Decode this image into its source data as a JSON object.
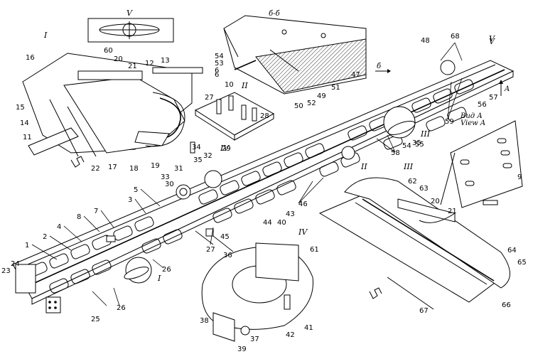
{
  "section_titles": {
    "detail_V_top": "V",
    "section_bb": "б-б",
    "detail_I": "I",
    "detail_II": "II",
    "detail_III": "III",
    "detail_IV": "IV",
    "detail_V_right": "V"
  },
  "view_label": {
    "ru": "Вид А",
    "en": "View A"
  },
  "markers": {
    "arrow_b": "б",
    "arrow_A": "A"
  },
  "callouts": {
    "n1": "1",
    "n2": "2",
    "n3": "3",
    "n4": "4",
    "n5": "5",
    "n6": "6",
    "n7": "7",
    "n8": "8",
    "n9": "9",
    "n10": "10",
    "n11": "11",
    "n12": "12",
    "n13": "13",
    "n14": "14",
    "n15": "15",
    "n16": "16",
    "n17": "17",
    "n18": "18",
    "n19": "19",
    "n20": "20",
    "n20b": "20",
    "n21": "21",
    "n21b": "21",
    "n22": "22",
    "n23": "23",
    "n24": "24",
    "n25": "25",
    "n26": "26",
    "n26b": "26",
    "n27": "27",
    "n27b": "27",
    "n28": "28",
    "n29": "29",
    "n30": "30",
    "n31": "31",
    "n32": "32",
    "n33": "33",
    "n34": "34",
    "n35": "35",
    "n35b": "35",
    "n36": "36",
    "n37": "37",
    "n38": "38",
    "n39": "39",
    "n40": "40",
    "n41": "41",
    "n42": "42",
    "n43": "43",
    "n44": "44",
    "n45": "45",
    "n46": "46",
    "n47": "47",
    "n48": "48",
    "n49": "49",
    "n50": "50",
    "n51": "51",
    "n52": "52",
    "n53": "53",
    "n54": "54",
    "n54b": "54",
    "n55": "55",
    "n56": "56",
    "n57": "57",
    "n58": "58",
    "n59": "59",
    "n60": "60",
    "n61": "61",
    "n62": "62",
    "n63": "63",
    "n64": "64",
    "n65": "65",
    "n66": "66",
    "n67": "67",
    "n68": "68",
    "n6b": "6"
  },
  "marker_roman": {
    "r_I_main": "I",
    "r_II_main": "II",
    "r_III_main": "III",
    "r_IV_main": "IV",
    "r_V_main": "V"
  }
}
